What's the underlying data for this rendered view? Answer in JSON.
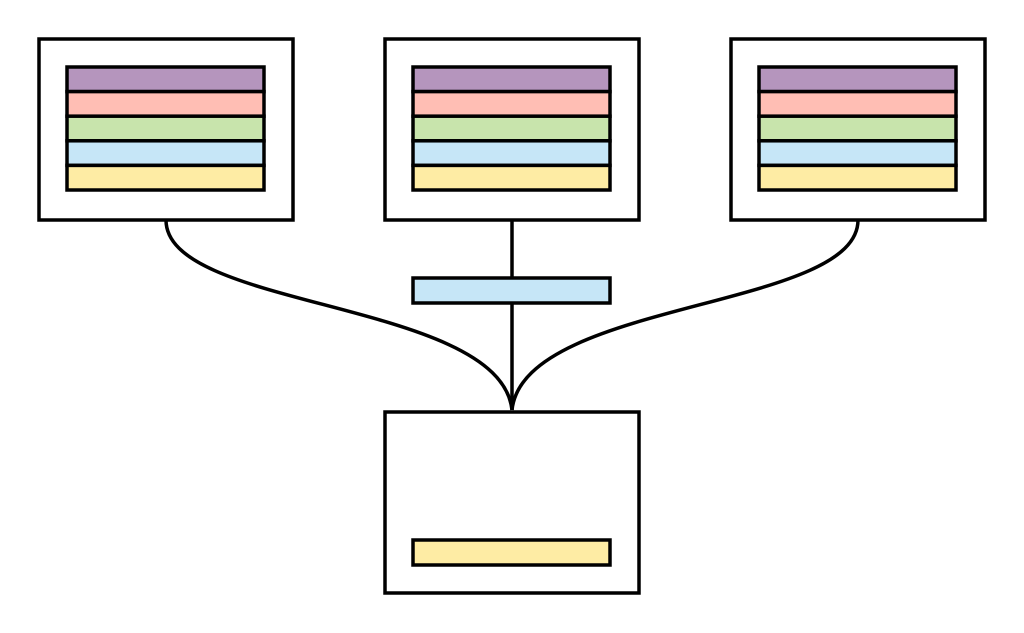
{
  "palette": {
    "purple": "#b595bd",
    "pink": "#ffbeb4",
    "green": "#c8e4ac",
    "blue": "#c6e6f7",
    "yellow": "#feeca4",
    "outline": "#000000",
    "background": "#ffffff"
  },
  "source_boxes": [
    {
      "id": "left",
      "stack": [
        "purple",
        "pink",
        "green",
        "blue",
        "yellow"
      ]
    },
    {
      "id": "center",
      "stack": [
        "purple",
        "pink",
        "green",
        "blue",
        "yellow"
      ]
    },
    {
      "id": "right",
      "stack": [
        "purple",
        "pink",
        "green",
        "blue",
        "yellow"
      ]
    }
  ],
  "middle_selector": {
    "color": "blue"
  },
  "result_box": {
    "stack": [
      "yellow"
    ]
  },
  "connections": [
    {
      "from": "left",
      "to": "result"
    },
    {
      "from": "center",
      "to": "result",
      "via": "middle_selector"
    },
    {
      "from": "right",
      "to": "result"
    }
  ]
}
